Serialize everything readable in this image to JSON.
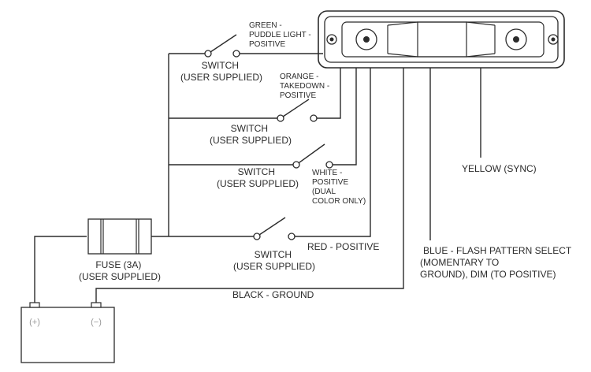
{
  "wires": {
    "green": [
      "GREEN -",
      "PUDDLE LIGHT -",
      "POSITIVE"
    ],
    "orange": [
      "ORANGE -",
      "TAKEDOWN -",
      "POSITIVE"
    ],
    "white": [
      "WHITE -",
      "POSITIVE",
      "(DUAL",
      "COLOR ONLY)"
    ],
    "red": "RED - POSITIVE",
    "black": "BLACK - GROUND",
    "blue": [
      "BLUE - FLASH PATTERN SELECT",
      "(MOMENTARY TO",
      "GROUND), DIM (TO POSITIVE)"
    ],
    "yellow": "YELLOW (SYNC)"
  },
  "switches": [
    {
      "line1": "SWITCH",
      "line2": "(USER SUPPLIED)"
    },
    {
      "line1": "SWITCH",
      "line2": "(USER SUPPLIED)"
    },
    {
      "line1": "SWITCH",
      "line2": "(USER SUPPLIED)"
    },
    {
      "line1": "SWITCH",
      "line2": "(USER SUPPLIED)"
    }
  ],
  "fuse": {
    "line1": "FUSE (3A)",
    "line2": "(USER SUPPLIED)"
  },
  "battery": {
    "positive": "(+)",
    "negative": "(−)"
  }
}
